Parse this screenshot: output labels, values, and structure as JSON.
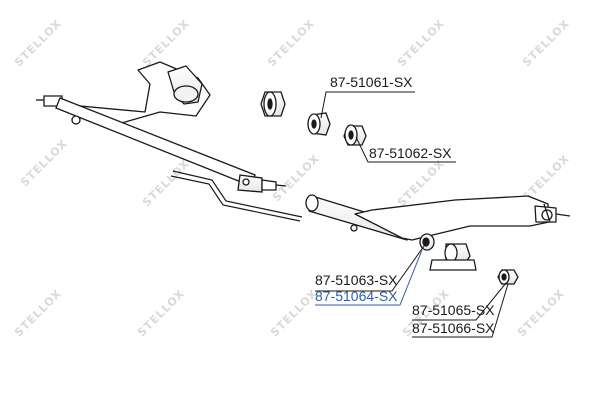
{
  "watermark": "STELLOX",
  "parts": [
    {
      "id": "p1",
      "label": "87-51061-SX",
      "highlight": false
    },
    {
      "id": "p2",
      "label": "87-51062-SX",
      "highlight": false
    },
    {
      "id": "p3",
      "label": "87-51063-SX",
      "highlight": false
    },
    {
      "id": "p4",
      "label": "87-51064-SX",
      "highlight": true
    },
    {
      "id": "p5",
      "label": "87-51065-SX",
      "highlight": false
    },
    {
      "id": "p6",
      "label": "87-51066-SX",
      "highlight": false
    }
  ],
  "colors": {
    "line": "#1a1a1a",
    "highlight": "#2f5fa8",
    "watermark": "#d9d9d9"
  }
}
